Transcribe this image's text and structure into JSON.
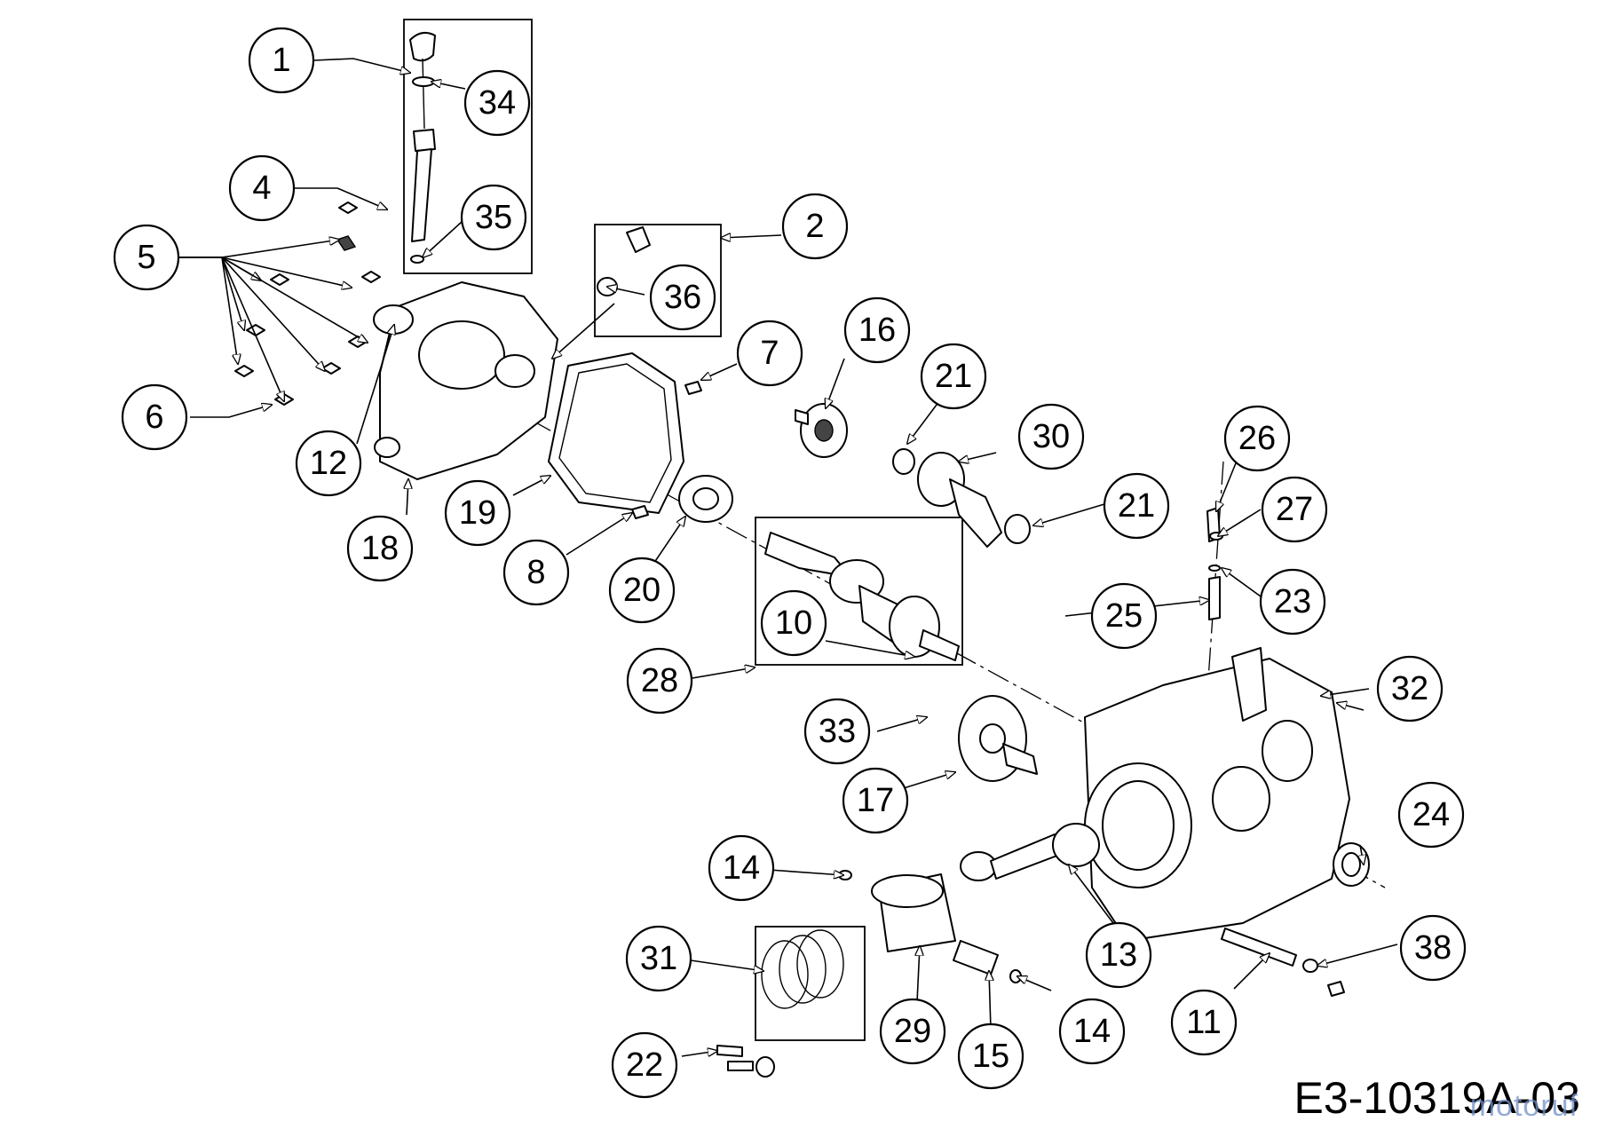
{
  "diagram": {
    "drawing_code": "E3-10319A-03",
    "watermark": "motoruf",
    "callouts": [
      {
        "id": "c1",
        "label": "1"
      },
      {
        "id": "c2",
        "label": "2"
      },
      {
        "id": "c4",
        "label": "4"
      },
      {
        "id": "c5",
        "label": "5"
      },
      {
        "id": "c6",
        "label": "6"
      },
      {
        "id": "c7",
        "label": "7"
      },
      {
        "id": "c8",
        "label": "8"
      },
      {
        "id": "c10",
        "label": "10"
      },
      {
        "id": "c11",
        "label": "11"
      },
      {
        "id": "c12",
        "label": "12"
      },
      {
        "id": "c13",
        "label": "13"
      },
      {
        "id": "c14a",
        "label": "14"
      },
      {
        "id": "c14b",
        "label": "14"
      },
      {
        "id": "c15",
        "label": "15"
      },
      {
        "id": "c16",
        "label": "16"
      },
      {
        "id": "c17",
        "label": "17"
      },
      {
        "id": "c18",
        "label": "18"
      },
      {
        "id": "c19",
        "label": "19"
      },
      {
        "id": "c20",
        "label": "20"
      },
      {
        "id": "c21a",
        "label": "21"
      },
      {
        "id": "c21b",
        "label": "21"
      },
      {
        "id": "c22",
        "label": "22"
      },
      {
        "id": "c23",
        "label": "23"
      },
      {
        "id": "c24",
        "label": "24"
      },
      {
        "id": "c25",
        "label": "25"
      },
      {
        "id": "c26",
        "label": "26"
      },
      {
        "id": "c27",
        "label": "27"
      },
      {
        "id": "c28",
        "label": "28"
      },
      {
        "id": "c29",
        "label": "29"
      },
      {
        "id": "c30",
        "label": "30"
      },
      {
        "id": "c31",
        "label": "31"
      },
      {
        "id": "c32",
        "label": "32"
      },
      {
        "id": "c33",
        "label": "33"
      },
      {
        "id": "c34",
        "label": "34"
      },
      {
        "id": "c35",
        "label": "35"
      },
      {
        "id": "c36",
        "label": "36"
      },
      {
        "id": "c38",
        "label": "38"
      }
    ]
  }
}
